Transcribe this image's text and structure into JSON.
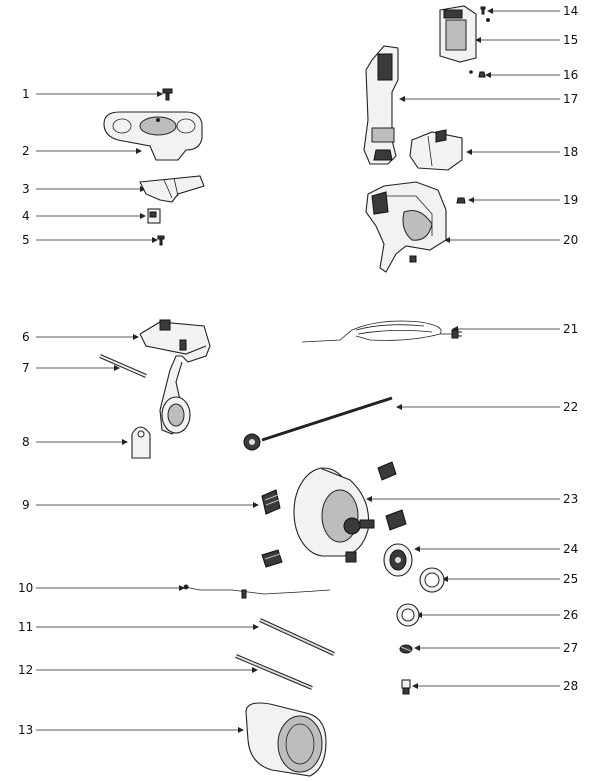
{
  "callouts": [
    {
      "n": "1"
    },
    {
      "n": "2"
    },
    {
      "n": "3"
    },
    {
      "n": "4"
    },
    {
      "n": "5"
    },
    {
      "n": "6"
    },
    {
      "n": "7"
    },
    {
      "n": "8"
    },
    {
      "n": "9"
    },
    {
      "n": "10"
    },
    {
      "n": "11"
    },
    {
      "n": "12"
    },
    {
      "n": "13"
    },
    {
      "n": "14"
    },
    {
      "n": "15"
    },
    {
      "n": "16"
    },
    {
      "n": "17"
    },
    {
      "n": "18"
    },
    {
      "n": "19"
    },
    {
      "n": "20"
    },
    {
      "n": "21"
    },
    {
      "n": "22"
    },
    {
      "n": "23"
    },
    {
      "n": "24"
    },
    {
      "n": "25"
    },
    {
      "n": "26"
    },
    {
      "n": "27"
    },
    {
      "n": "28"
    }
  ]
}
